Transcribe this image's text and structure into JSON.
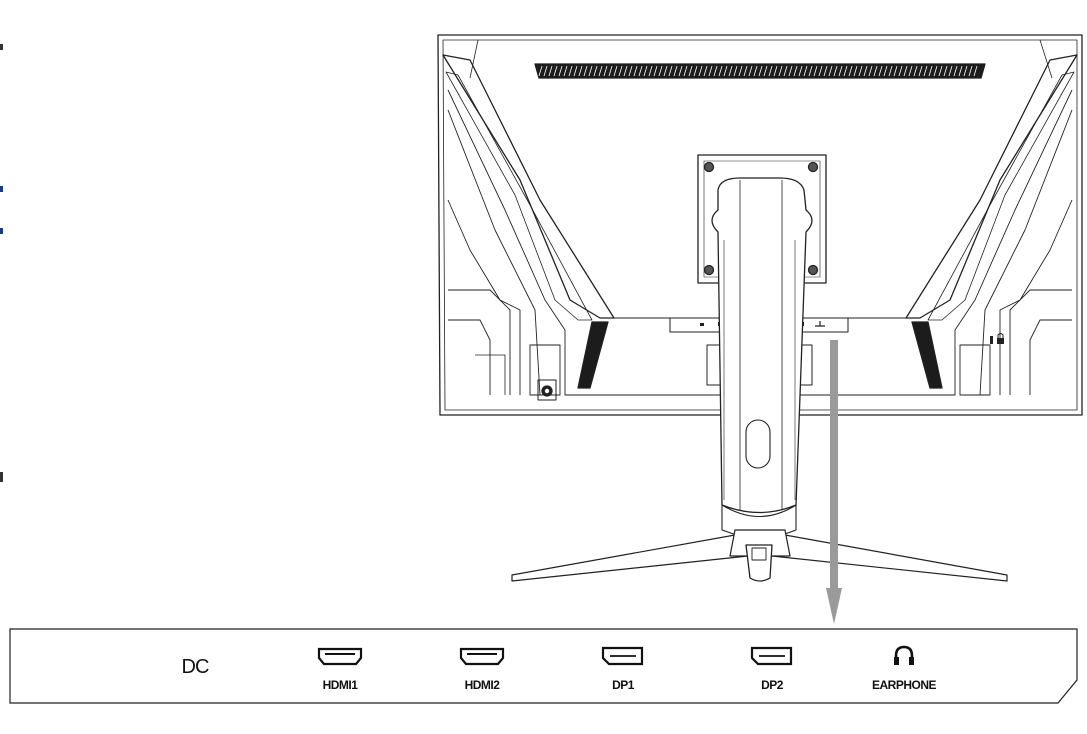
{
  "colors": {
    "line": "#222222",
    "arrow": "#9a9a9a",
    "edge_mark": "#1a3a8a"
  },
  "monitor": {
    "stand_icon": "stand-neck",
    "lock_icon": "kensington-lock-icon"
  },
  "ports_panel": {
    "ports": [
      {
        "id": "dc",
        "label": "DC",
        "icon": "dc-power-icon"
      },
      {
        "id": "hdmi1",
        "label": "HDMI1",
        "icon": "hdmi-port-icon"
      },
      {
        "id": "hdmi2",
        "label": "HDMI2",
        "icon": "hdmi-port-icon"
      },
      {
        "id": "dp1",
        "label": "DP1",
        "icon": "displayport-icon"
      },
      {
        "id": "dp2",
        "label": "DP2",
        "icon": "displayport-icon"
      },
      {
        "id": "earphone",
        "label": "EARPHONE",
        "icon": "headphone-icon"
      }
    ]
  }
}
